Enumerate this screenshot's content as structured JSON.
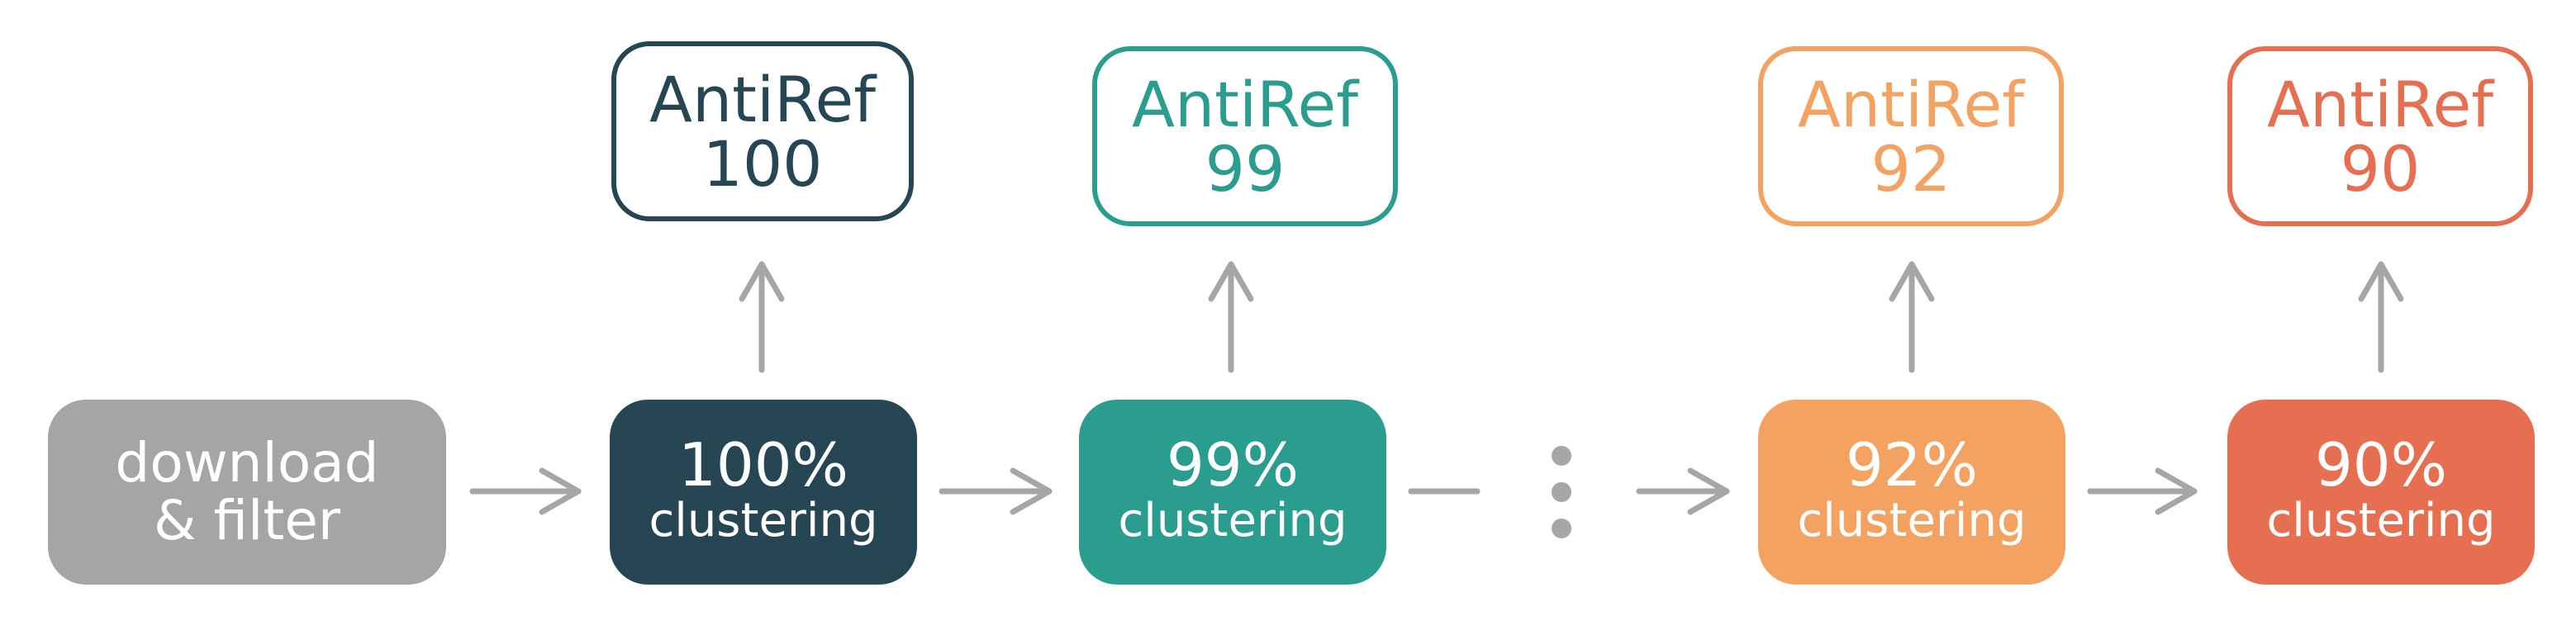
{
  "colors": {
    "gray": "#a5a5a5",
    "navy": "#264653",
    "teal": "#2a9d8f",
    "orange": "#f4a261",
    "red": "#e76f51",
    "connector": "#a6a6a6"
  },
  "steps": [
    {
      "line1": "download",
      "line2": "& filter"
    },
    {
      "line1": "100%",
      "line2": "clustering"
    },
    {
      "line1": "99%",
      "line2": "clustering"
    },
    {
      "line1": "92%",
      "line2": "clustering"
    },
    {
      "line1": "90%",
      "line2": "clustering"
    }
  ],
  "outputs": [
    {
      "name": "AntiRef",
      "level": "100"
    },
    {
      "name": "AntiRef",
      "level": "99"
    },
    {
      "name": "AntiRef",
      "level": "92"
    },
    {
      "name": "AntiRef",
      "level": "90"
    }
  ]
}
